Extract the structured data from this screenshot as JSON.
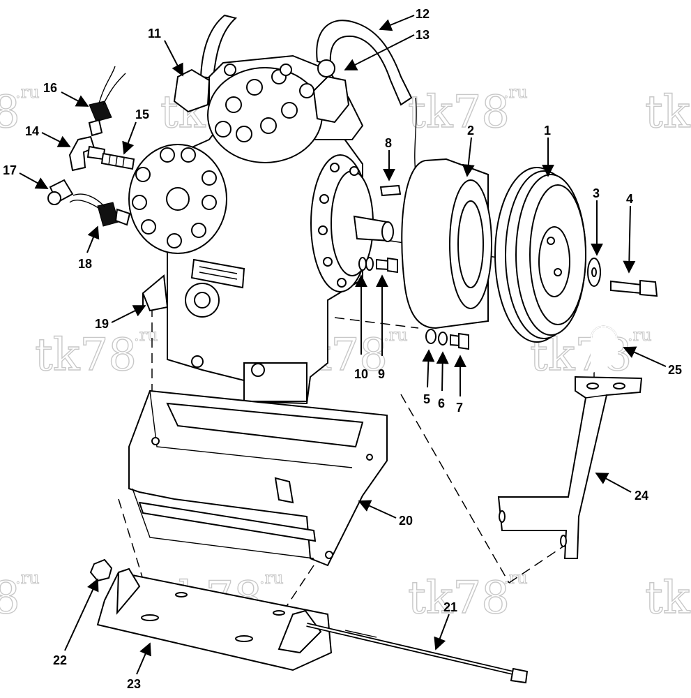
{
  "watermark": {
    "main": "tk78",
    "suffix": ".ru",
    "left_fragment": "8"
  },
  "callouts": {
    "c1": "1",
    "c2": "2",
    "c3": "3",
    "c4": "4",
    "c5": "5",
    "c6": "6",
    "c7": "7",
    "c8": "8",
    "c9": "9",
    "c10": "10",
    "c11": "11",
    "c12": "12",
    "c13": "13",
    "c14": "14",
    "c15": "15",
    "c16": "16",
    "c17": "17",
    "c18": "18",
    "c19": "19",
    "c20": "20",
    "c21": "21",
    "c22": "22",
    "c23": "23",
    "c24": "24",
    "c25": "25"
  }
}
